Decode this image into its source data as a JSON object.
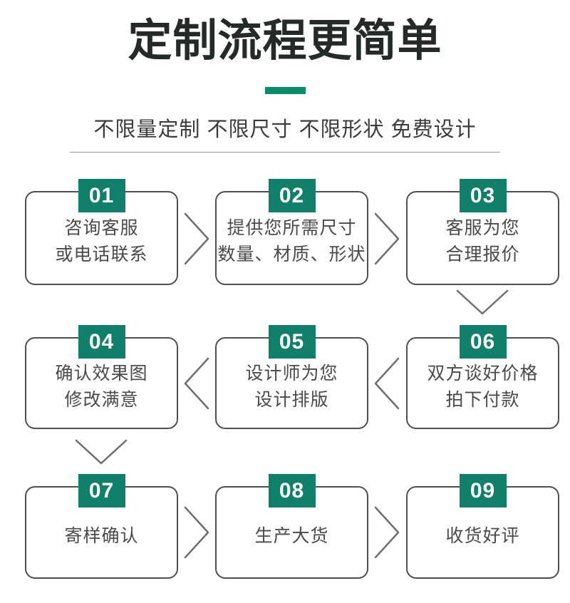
{
  "header": {
    "title": "定制流程更简单",
    "subtitle": "不限量定制 不限尺寸 不限形状 免费设计"
  },
  "colors": {
    "title_text": "#232a28",
    "accent_bar": "#0b8c69",
    "badge_background": "#10806b",
    "badge_text": "#ffffff",
    "box_border": "#4f4f4f",
    "box_text": "#4a4a4a",
    "arrow": "#6e6e6e",
    "background": "#ffffff"
  },
  "steps": [
    {
      "number": "01",
      "lines": [
        "咨询客服",
        "或电话联系"
      ]
    },
    {
      "number": "02",
      "lines": [
        "提供您所需尺寸",
        "数量、材质、形状"
      ]
    },
    {
      "number": "03",
      "lines": [
        "客服为您",
        "合理报价"
      ]
    },
    {
      "number": "04",
      "lines": [
        "确认效果图",
        "修改满意"
      ]
    },
    {
      "number": "05",
      "lines": [
        "设计师为您",
        "设计排版"
      ]
    },
    {
      "number": "06",
      "lines": [
        "双方谈好价格",
        "拍下付款"
      ]
    },
    {
      "number": "07",
      "lines": [
        "寄样确认"
      ]
    },
    {
      "number": "08",
      "lines": [
        "生产大货"
      ]
    },
    {
      "number": "09",
      "lines": [
        "收货好评"
      ]
    }
  ]
}
